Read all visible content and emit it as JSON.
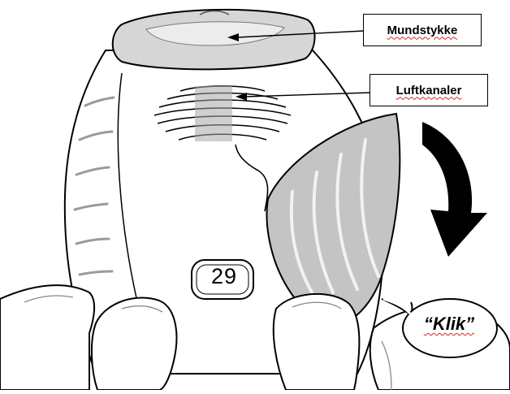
{
  "labels": {
    "mouthpiece": "Mundstykke",
    "air_channels": "Luftkanaler",
    "click": "“Klik”"
  },
  "counter": "29",
  "colors": {
    "outline": "#000000",
    "cover_fill": "#c4c4c4",
    "mouthpiece_fill": "#d9d9d9",
    "background": "#ffffff",
    "spellcheck_underline": "#dd2222"
  },
  "icons": {
    "rotation_arrow": "curved-arrow-down-icon"
  }
}
